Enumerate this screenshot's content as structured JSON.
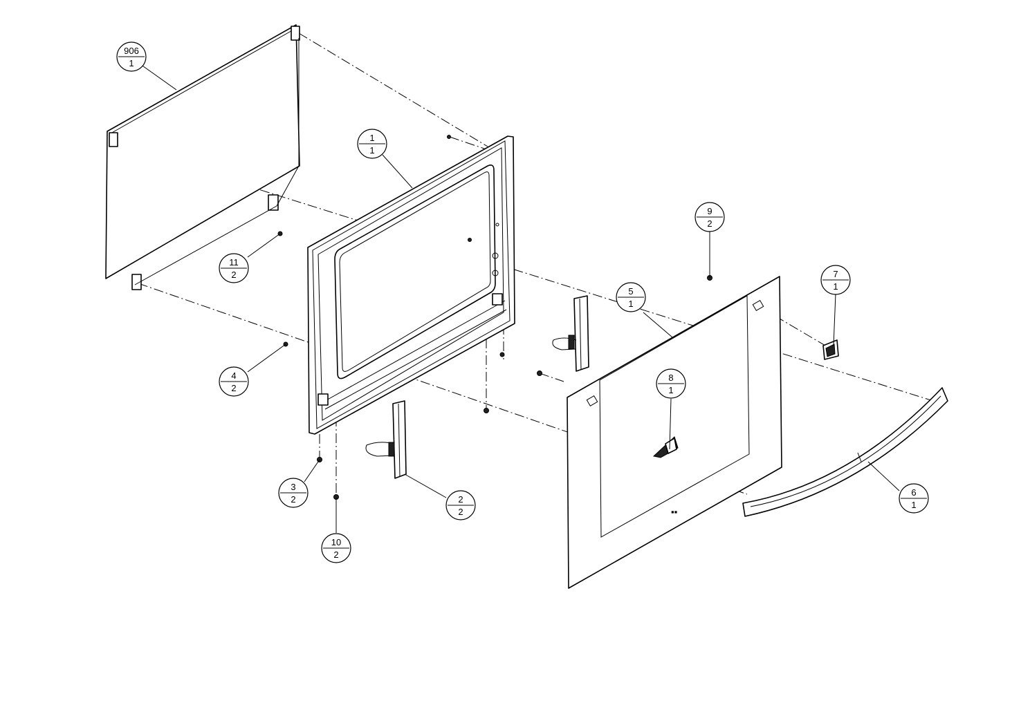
{
  "balloons": [
    {
      "id": "b906",
      "part": "906",
      "qty": "1"
    },
    {
      "id": "b1",
      "part": "1",
      "qty": "1"
    },
    {
      "id": "b11",
      "part": "11",
      "qty": "2"
    },
    {
      "id": "b4",
      "part": "4",
      "qty": "2"
    },
    {
      "id": "b3",
      "part": "3",
      "qty": "2"
    },
    {
      "id": "b10",
      "part": "10",
      "qty": "2"
    },
    {
      "id": "b2",
      "part": "2",
      "qty": "2"
    },
    {
      "id": "b9",
      "part": "9",
      "qty": "2"
    },
    {
      "id": "b5",
      "part": "5",
      "qty": "1"
    },
    {
      "id": "b8",
      "part": "8",
      "qty": "1"
    },
    {
      "id": "b7",
      "part": "7",
      "qty": "1"
    },
    {
      "id": "b6",
      "part": "6",
      "qty": "1"
    }
  ]
}
